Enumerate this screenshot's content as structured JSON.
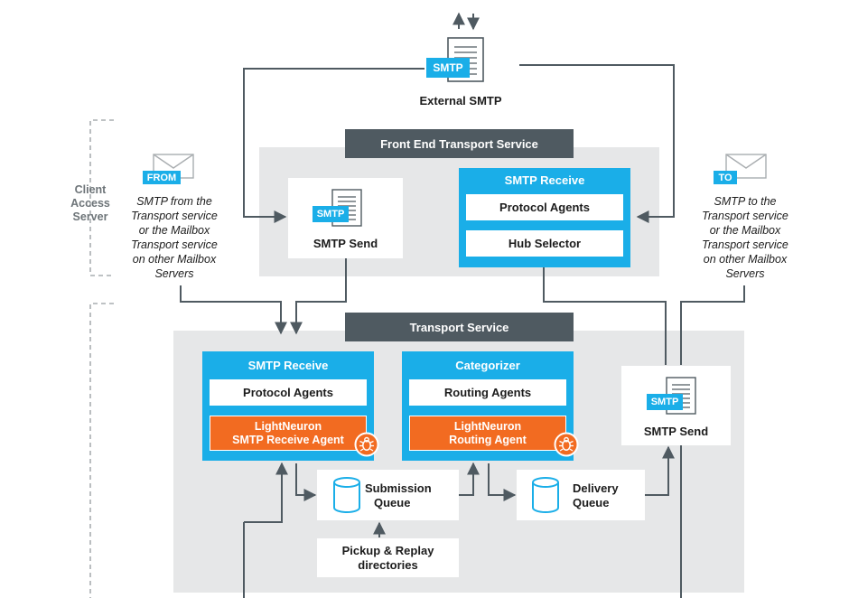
{
  "external_smtp": {
    "badge": "SMTP",
    "label": "External SMTP"
  },
  "client_access_server": {
    "line1": "Client",
    "line2": "Access",
    "line3": "Server"
  },
  "front_end": {
    "title": "Front End Transport Service",
    "smtp_send": {
      "badge": "SMTP",
      "label": "SMTP Send"
    },
    "smtp_receive": {
      "title": "SMTP Receive",
      "protocol_agents": "Protocol Agents",
      "hub_selector": "Hub Selector"
    }
  },
  "from_note": {
    "tag": "FROM",
    "lines": [
      "SMTP from the",
      "Transport service",
      "or the Mailbox",
      "Transport service",
      "on other Mailbox",
      "Servers"
    ]
  },
  "to_note": {
    "tag": "TO",
    "lines": [
      "SMTP to the",
      "Transport service",
      "or the Mailbox",
      "Transport service",
      "on other Mailbox",
      "Servers"
    ]
  },
  "transport": {
    "title": "Transport Service",
    "smtp_receive": {
      "title": "SMTP Receive",
      "protocol_agents": "Protocol Agents",
      "lightneuron_line1": "LightNeuron",
      "lightneuron_line2": "SMTP Receive Agent"
    },
    "categorizer": {
      "title": "Categorizer",
      "routing_agents": "Routing Agents",
      "lightneuron_line1": "LightNeuron",
      "lightneuron_line2": "Routing Agent"
    },
    "smtp_send": {
      "badge": "SMTP",
      "label": "SMTP Send"
    },
    "submission_queue": {
      "line1": "Submission",
      "line2": "Queue"
    },
    "delivery_queue": {
      "line1": "Delivery",
      "line2": "Queue"
    },
    "pickup": {
      "line1": "Pickup & Replay",
      "line2": "directories"
    }
  },
  "colors": {
    "blue": "#1aaee8",
    "dark_header": "#4f5a61",
    "orange": "#f26b21",
    "panel_gray": "#e6e7e8",
    "line": "#4f5a61"
  }
}
